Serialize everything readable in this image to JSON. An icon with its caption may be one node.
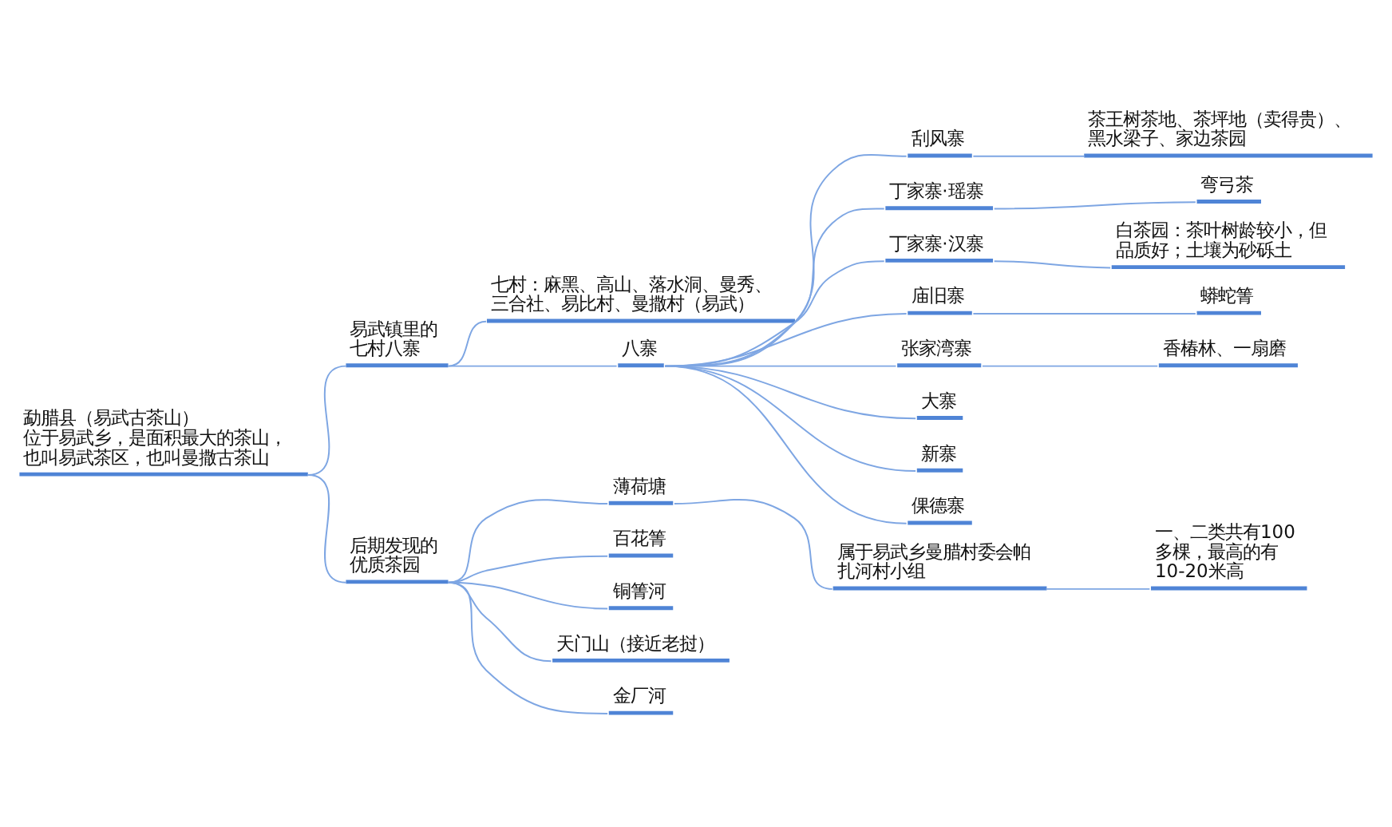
{
  "diagram": {
    "nodes": [
      {
        "text": [
          "勐腊县（易武古茶山）",
          "位于易武乡，是面积最大的茶山，也叫易武茶区，也叫曼撒古茶山"
        ]
      },
      {
        "text": [
          "易武镇里的七村八寨"
        ]
      },
      {
        "text": [
          "七村：麻黑、高山、落水洞、曼秀、三合社、易比村、曼撒村（易武）"
        ]
      },
      {
        "text": [
          "八寨"
        ]
      },
      {
        "text": [
          "刮风寨"
        ]
      },
      {
        "text": [
          "茶王树茶地、茶坪地（卖得贵）、黑水梁子、家边茶园"
        ]
      },
      {
        "text": [
          "丁家寨·瑶寨"
        ]
      },
      {
        "text": [
          "弯弓茶"
        ]
      },
      {
        "text": [
          "丁家寨·汉寨"
        ]
      },
      {
        "text": [
          "白茶园：茶叶树龄较小，但品质好；土壤为砂砾土"
        ]
      },
      {
        "text": [
          "庙旧寨"
        ]
      },
      {
        "text": [
          "蟒蛇箐"
        ]
      },
      {
        "text": [
          "张家湾寨"
        ]
      },
      {
        "text": [
          "香椿林、一扇磨"
        ]
      },
      {
        "text": [
          "大寨"
        ]
      },
      {
        "text": [
          "新寨"
        ]
      },
      {
        "text": [
          "倮德寨"
        ]
      },
      {
        "text": [
          "后期发现的优质茶园"
        ]
      },
      {
        "text": [
          "薄荷塘"
        ]
      },
      {
        "text": [
          "属于易武乡曼腊村委会帕扎河村小组"
        ]
      },
      {
        "text": [
          "一、二类共有100多棵，最高的有10-20米高"
        ]
      },
      {
        "text": [
          "百花箐"
        ]
      },
      {
        "text": [
          "铜箐河"
        ]
      },
      {
        "text": [
          "天门山（接近老挝）"
        ]
      },
      {
        "text": [
          "金厂河"
        ]
      }
    ],
    "edges": [
      {
        "from": 0,
        "to": 1,
        "arrow": "none"
      },
      {
        "from": 1,
        "to": 2,
        "arrow": "none"
      },
      {
        "from": 1,
        "to": 3,
        "arrow": "none"
      },
      {
        "from": 3,
        "to": 4,
        "arrow": "none"
      },
      {
        "from": 4,
        "to": 5,
        "arrow": "none"
      },
      {
        "from": 3,
        "to": 6,
        "arrow": "none"
      },
      {
        "from": 6,
        "to": 7,
        "arrow": "none"
      },
      {
        "from": 3,
        "to": 8,
        "arrow": "none"
      },
      {
        "from": 8,
        "to": 9,
        "arrow": "none"
      },
      {
        "from": 3,
        "to": 10,
        "arrow": "none"
      },
      {
        "from": 10,
        "to": 11,
        "arrow": "none"
      },
      {
        "from": 3,
        "to": 12,
        "arrow": "none"
      },
      {
        "from": 12,
        "to": 13,
        "arrow": "none"
      },
      {
        "from": 3,
        "to": 14,
        "arrow": "none"
      },
      {
        "from": 3,
        "to": 15,
        "arrow": "none"
      },
      {
        "from": 3,
        "to": 16,
        "arrow": "none"
      },
      {
        "from": 0,
        "to": 17,
        "arrow": "none"
      },
      {
        "from": 17,
        "to": 18,
        "arrow": "none"
      },
      {
        "from": 18,
        "to": 19,
        "arrow": "none"
      },
      {
        "from": 19,
        "to": 20,
        "arrow": "none"
      },
      {
        "from": 17,
        "to": 21,
        "arrow": "none"
      },
      {
        "from": 17,
        "to": 22,
        "arrow": "none"
      },
      {
        "from": 17,
        "to": 23,
        "arrow": "none"
      },
      {
        "from": 17,
        "to": 24,
        "arrow": "none"
      }
    ]
  }
}
